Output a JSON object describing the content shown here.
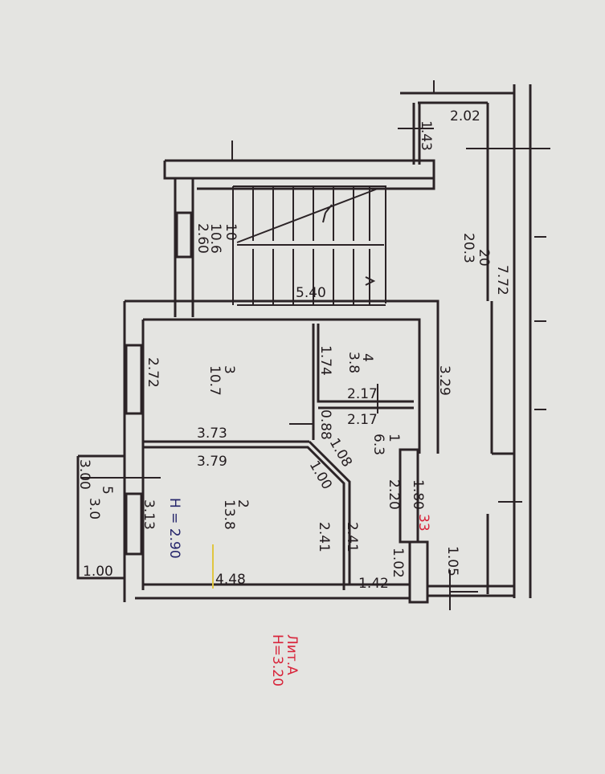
{
  "plan": {
    "corridor": {
      "room_no": "20",
      "area": "20.3",
      "width": "2.02",
      "niche": "1.43",
      "length": "7.72"
    },
    "stair_room": {
      "room_no": "10",
      "area": "10.6",
      "width": "2.60",
      "length": "5.40"
    },
    "room_3": {
      "room_no": "3",
      "area": "10.7",
      "width": "2.72",
      "length": "3.73"
    },
    "room_4": {
      "room_no": "4",
      "area": "3.8",
      "width": "1.74",
      "length": "2.17"
    },
    "room_1": {
      "room_no": "1",
      "area": "6.3",
      "length": "2.17",
      "dim_a": "0.88",
      "dim_b": "1.08",
      "outer_len": "3.29"
    },
    "room_2": {
      "room_no": "2",
      "area": "13.8",
      "top_len": "3.79",
      "diag": "1.00",
      "width": "3.13",
      "bottom_len": "4.48",
      "right_a": "2.41",
      "right_b": "2.41",
      "height": "H = 2.90"
    },
    "balcony": {
      "room_no": "5",
      "area": "3.0",
      "length": "3.00",
      "width": "1.00"
    },
    "entrance": {
      "dim_a": "2.20",
      "dim_b": "1.80",
      "dim_c": "1.02",
      "dim_d": "1.42",
      "dim_e": "1.05",
      "mark": "33"
    },
    "stamp": {
      "line1": "Лит.А",
      "line2": "H=3.20"
    }
  },
  "colors": {
    "ink": "#2b2326",
    "red": "#d8243a",
    "blue": "#24246a"
  }
}
